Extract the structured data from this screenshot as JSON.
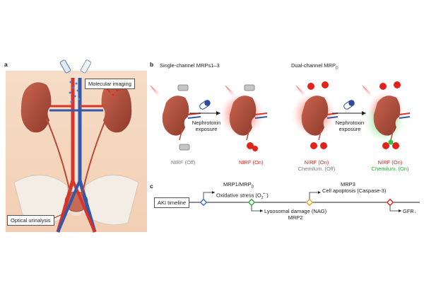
{
  "panel_a": {
    "letter": "a",
    "molecular_imaging": "Molecular imaging",
    "optical_urinalysis": "Optical urinalysis"
  },
  "panel_b": {
    "letter": "b",
    "single_title": "Single-channel MRPs1–3",
    "dual_title": "Dual-channel MRP",
    "dual_title_sub": "D",
    "exposure_line1": "Nephrotoxin",
    "exposure_line2": "exposure",
    "single_off": "NIRF (Off)",
    "single_on": "NIRF (On)",
    "dual_off_nirf": "NIRF (On)",
    "dual_off_chem": "Chemilum. (Off)",
    "dual_on_nirf": "NIRF (On)",
    "dual_on_chem": "Chemilum. (On)"
  },
  "panel_c": {
    "letter": "c",
    "timeline_label": "AKI timeline",
    "ev1_line1": "MRP1/MRP",
    "ev1_line1_sub": "D",
    "ev1_line2": "Oxidative stress (O",
    "ev1_line2_sub": "2",
    "ev1_line2_sup": "•−",
    "ev1_line2_end": ")",
    "ev2_line1": "Lysosomal damage (NAG)",
    "ev2_line2": "MRP2",
    "ev3_line1": "MRP3",
    "ev3_line2": "Cell apoptosis (Caspase-3)",
    "ev4_line1": "GFR",
    "ev4_arrow": "↓"
  },
  "colors": {
    "kidney": "#b8533f",
    "artery": "#d9342b",
    "vein": "#3358a8",
    "nirf_red": "#e2231a",
    "chemilum_green": "#35c24a",
    "marker_blue": "#3a6fc4",
    "marker_green": "#2fa83a",
    "marker_orange": "#f0a020",
    "marker_red": "#e2231a"
  }
}
